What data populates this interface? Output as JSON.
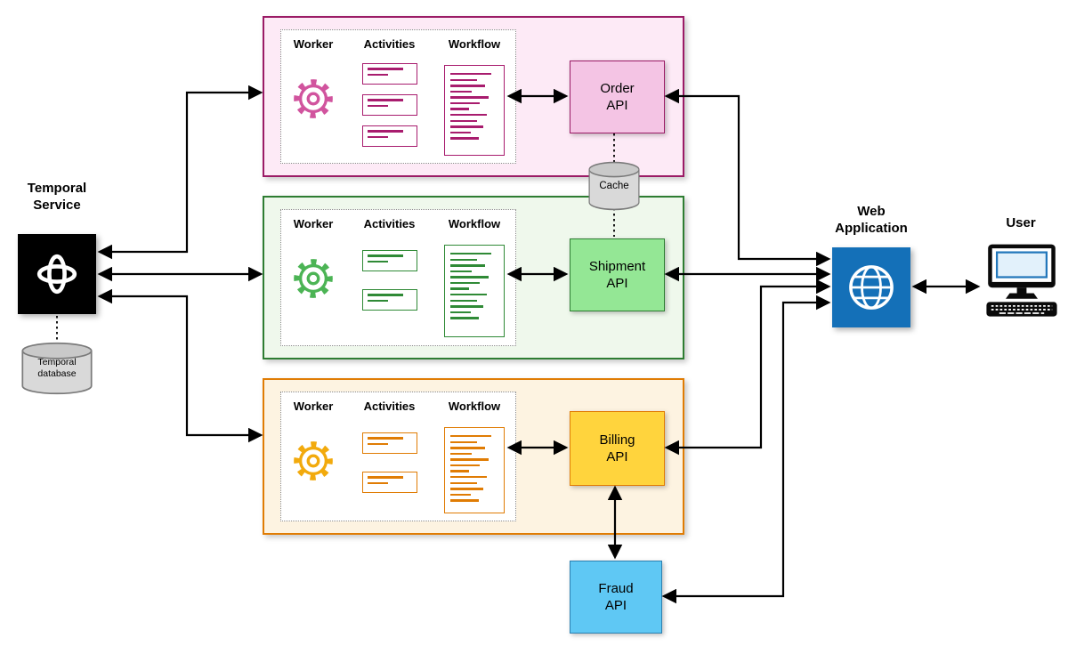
{
  "nodes": {
    "temporal_service": {
      "label": "Temporal\nService"
    },
    "temporal_database": {
      "label": "Temporal\ndatabase"
    },
    "cache": {
      "label": "Cache"
    },
    "web_application": {
      "label": "Web\nApplication"
    },
    "user": {
      "label": "User"
    },
    "order_api": {
      "label": "Order\nAPI"
    },
    "shipment_api": {
      "label": "Shipment\nAPI"
    },
    "billing_api": {
      "label": "Billing\nAPI"
    },
    "fraud_api": {
      "label": "Fraud\nAPI"
    }
  },
  "services": [
    {
      "name": "order",
      "worker_label": "Worker",
      "activities_label": "Activities",
      "workflow_label": "Workflow",
      "accent_color": "#9b1b66",
      "fill_color": "#fdeaf6",
      "api_fill_color": "#f4c4e4",
      "activity_card_count": 3
    },
    {
      "name": "shipment",
      "worker_label": "Worker",
      "activities_label": "Activities",
      "workflow_label": "Workflow",
      "accent_color": "#2e7d32",
      "fill_color": "#eff8ec",
      "api_fill_color": "#94e795",
      "activity_card_count": 2
    },
    {
      "name": "billing",
      "worker_label": "Worker",
      "activities_label": "Activities",
      "workflow_label": "Workflow",
      "accent_color": "#e07c04",
      "fill_color": "#fdf3e1",
      "api_fill_color": "#ffd43d",
      "activity_card_count": 2
    }
  ],
  "colors": {
    "fraud_api_fill": "#5fc8f4",
    "web_application_fill": "#1470b8",
    "temporal_service_fill": "#000000",
    "cylinder_fill": "#d9d9d9",
    "arrow": "#000000"
  },
  "icons": {
    "worker": "gear-icon",
    "web_application": "globe-icon",
    "user": "monitor-keyboard-icon",
    "temporal_service": "temporal-logo-icon",
    "temporal_database": "database-cylinder-icon",
    "cache": "database-cylinder-icon"
  }
}
